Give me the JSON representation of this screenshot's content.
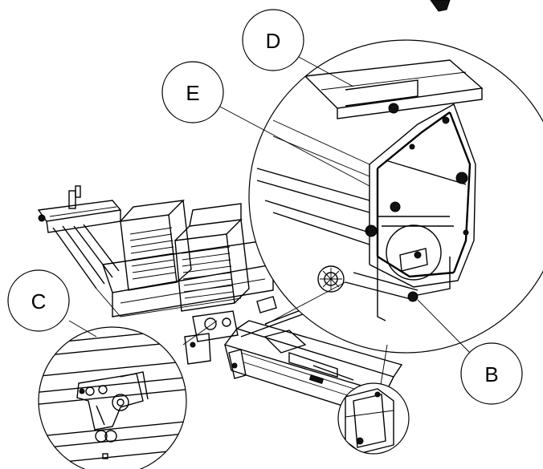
{
  "diagram": {
    "callouts": [
      {
        "id": "D",
        "label": "D"
      },
      {
        "id": "E",
        "label": "E"
      },
      {
        "id": "C",
        "label": "C"
      },
      {
        "id": "B",
        "label": "B"
      }
    ]
  }
}
